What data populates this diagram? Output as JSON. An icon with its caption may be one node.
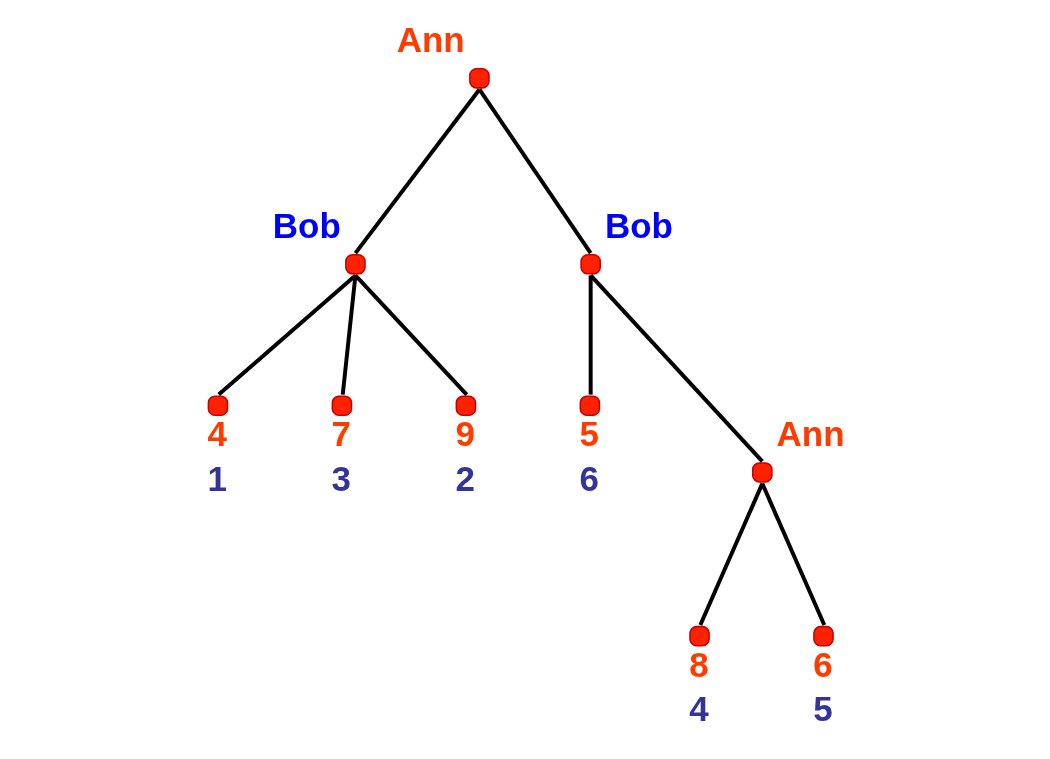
{
  "diagram": {
    "nodes": [
      {
        "text": [
          "Ann"
        ]
      },
      {
        "text": [
          "Bob"
        ]
      },
      {
        "text": [
          "4",
          "1"
        ]
      },
      {
        "text": [
          "7",
          "3"
        ]
      },
      {
        "text": [
          "9",
          "2"
        ]
      },
      {
        "text": [
          "Bob"
        ]
      },
      {
        "text": [
          "5",
          "6"
        ]
      },
      {
        "text": [
          "Ann"
        ]
      },
      {
        "text": [
          "8",
          "4"
        ]
      },
      {
        "text": [
          "6",
          "5"
        ]
      }
    ],
    "edges": [
      {
        "from": 0,
        "to": 1,
        "arrow": "none"
      },
      {
        "from": 1,
        "to": 2,
        "arrow": "none"
      },
      {
        "from": 1,
        "to": 3,
        "arrow": "none"
      },
      {
        "from": 1,
        "to": 4,
        "arrow": "none"
      },
      {
        "from": 0,
        "to": 5,
        "arrow": "none"
      },
      {
        "from": 5,
        "to": 6,
        "arrow": "none"
      },
      {
        "from": 5,
        "to": 7,
        "arrow": "none"
      },
      {
        "from": 7,
        "to": 8,
        "arrow": "none"
      },
      {
        "from": 7,
        "to": 9,
        "arrow": "none"
      }
    ]
  }
}
